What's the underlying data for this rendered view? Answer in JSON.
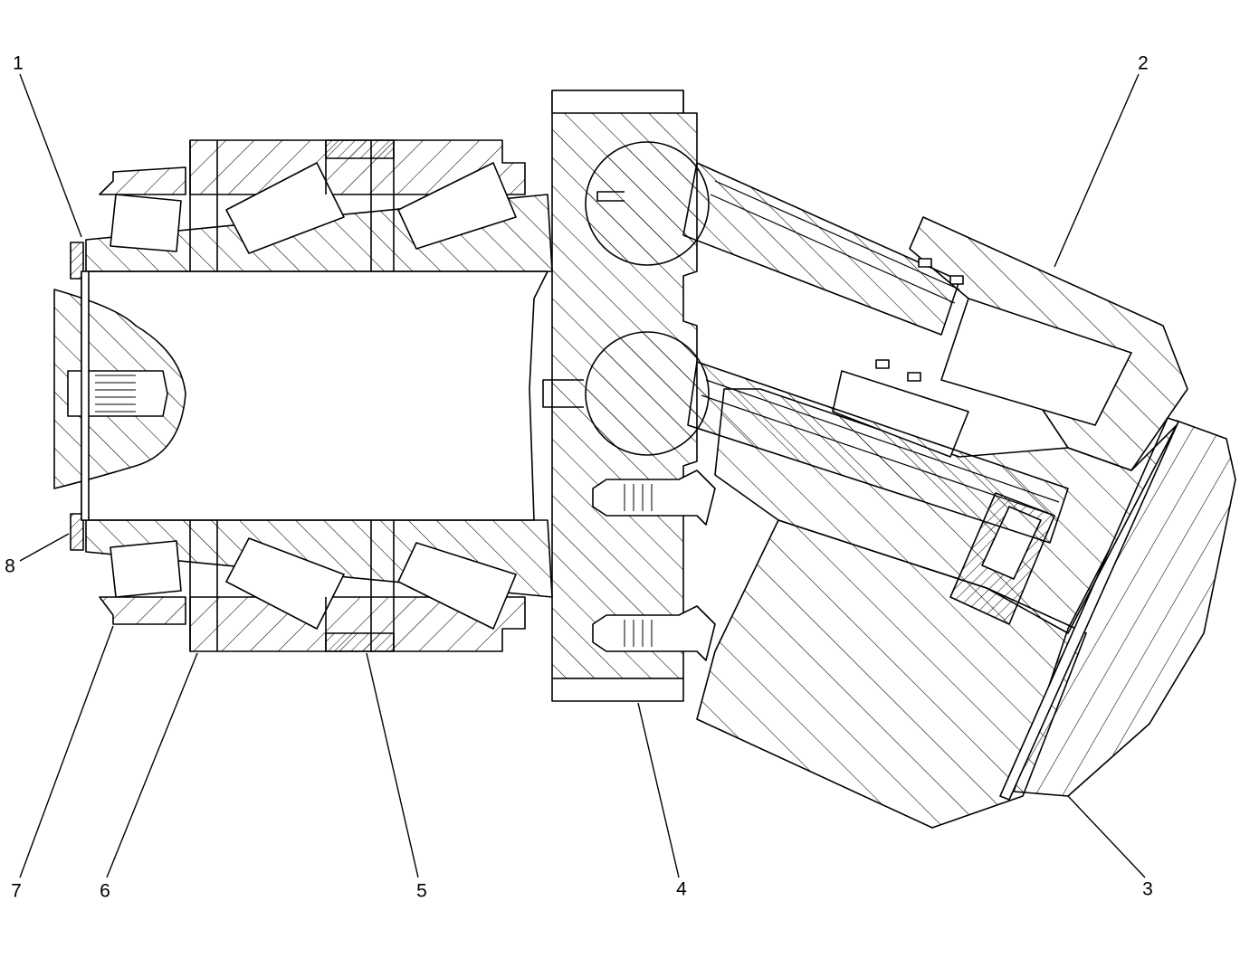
{
  "diagram": {
    "callouts": [
      {
        "id": "1",
        "label": "1"
      },
      {
        "id": "2",
        "label": "2"
      },
      {
        "id": "3",
        "label": "3"
      },
      {
        "id": "4",
        "label": "4"
      },
      {
        "id": "5",
        "label": "5"
      },
      {
        "id": "6",
        "label": "6"
      },
      {
        "id": "7",
        "label": "7"
      },
      {
        "id": "8",
        "label": "8"
      }
    ]
  },
  "style": {
    "line_color": "#000000",
    "background": "#ffffff"
  }
}
